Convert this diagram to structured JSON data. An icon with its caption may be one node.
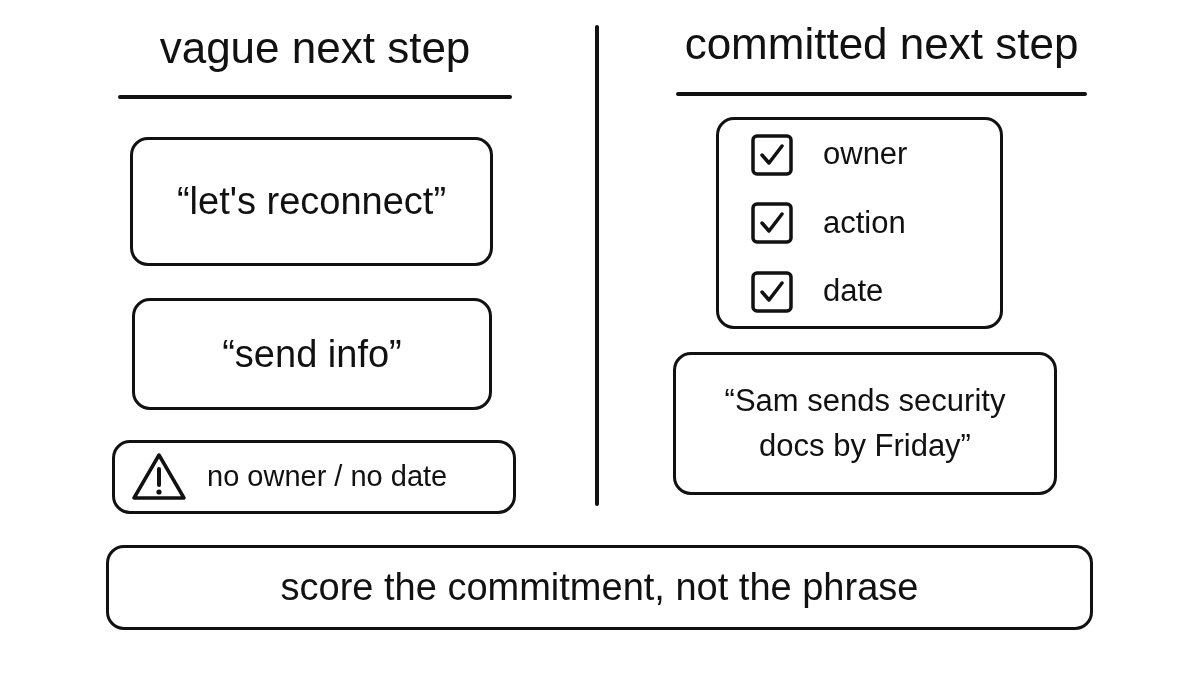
{
  "diagram": {
    "nodes": [
      {
        "text": [
          "“let's reconnect”"
        ]
      },
      {
        "text": [
          "“send info”"
        ]
      },
      {
        "text": [
          "no owner / no date"
        ]
      },
      {
        "text": [
          "owner",
          "action",
          "date"
        ]
      },
      {
        "text": [
          "“Sam sends security docs by Friday”"
        ]
      },
      {
        "text": [
          "score the commitment, not the phrase"
        ]
      }
    ],
    "labels": [
      "vague next step",
      "committed next step"
    ]
  }
}
